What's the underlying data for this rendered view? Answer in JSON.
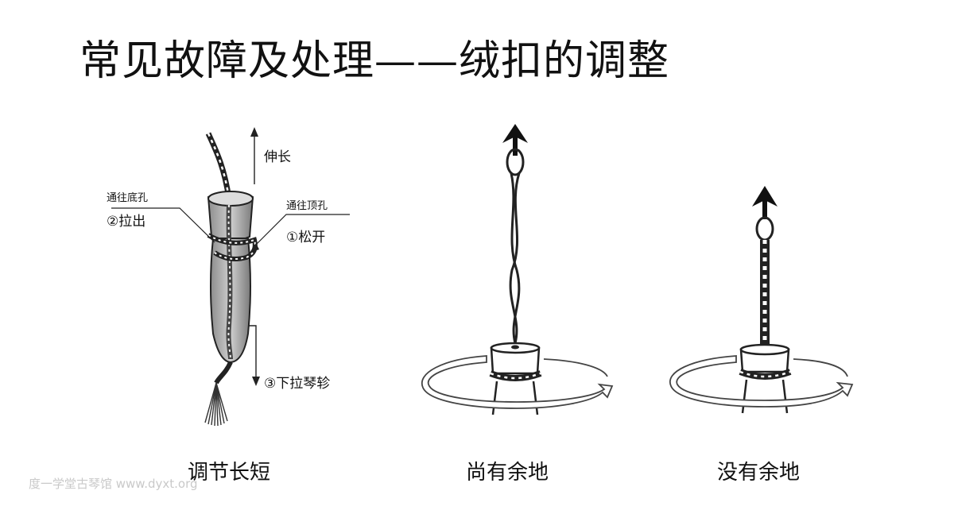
{
  "title": "常见故障及处理——绒扣的调整",
  "diagram1": {
    "arrow_up_label": "伸长",
    "to_bottom_hole": "通往底孔",
    "pull_out": "②拉出",
    "to_top_hole": "通往顶孔",
    "loosen": "①松开",
    "pull_down": "③下拉琴轸"
  },
  "captions": {
    "adjust": "调节长短",
    "room_left": "尚有余地",
    "no_room": "没有余地"
  },
  "watermark": "度一学堂古琴馆 www.dyxt.org"
}
